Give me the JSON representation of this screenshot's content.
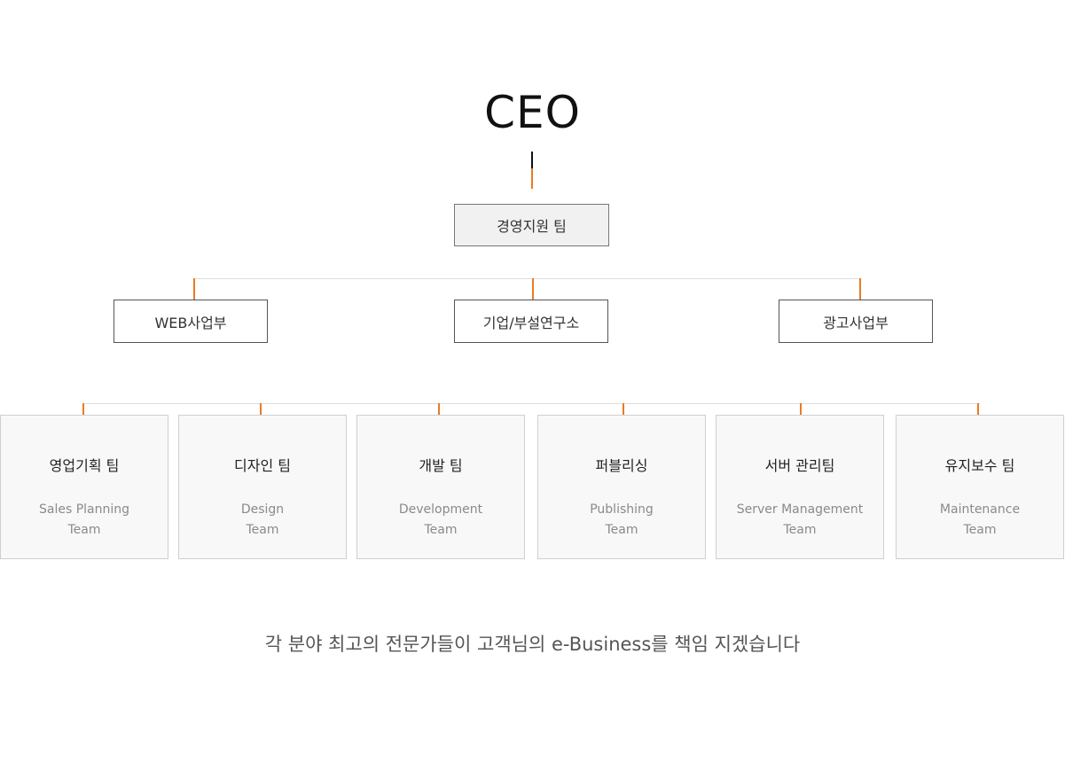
{
  "ceo": "CEO",
  "support_team": "경영지원 팀",
  "divisions": [
    {
      "label": "WEB사업부"
    },
    {
      "label": "기업/부설연구소"
    },
    {
      "label": "광고사업부"
    }
  ],
  "teams": [
    {
      "ko": "영업기획 팀",
      "en_line1": "Sales Planning",
      "en_line2": "Team"
    },
    {
      "ko": "디자인 팀",
      "en_line1": "Design",
      "en_line2": "Team"
    },
    {
      "ko": "개발 팀",
      "en_line1": "Development",
      "en_line2": "Team"
    },
    {
      "ko": "퍼블리싱",
      "en_line1": "Publishing",
      "en_line2": "Team"
    },
    {
      "ko": "서버 관리팀",
      "en_line1": "Server Management",
      "en_line2": "Team"
    },
    {
      "ko": "유지보수 팀",
      "en_line1": "Maintenance",
      "en_line2": "Team"
    }
  ],
  "tagline": "각 분야 최고의 전문가들이 고객님의 e-Business를 책임 지겠습니다",
  "colors": {
    "accent": "#ea7b22",
    "connector": "#dddddd",
    "box_border": "#555555"
  }
}
